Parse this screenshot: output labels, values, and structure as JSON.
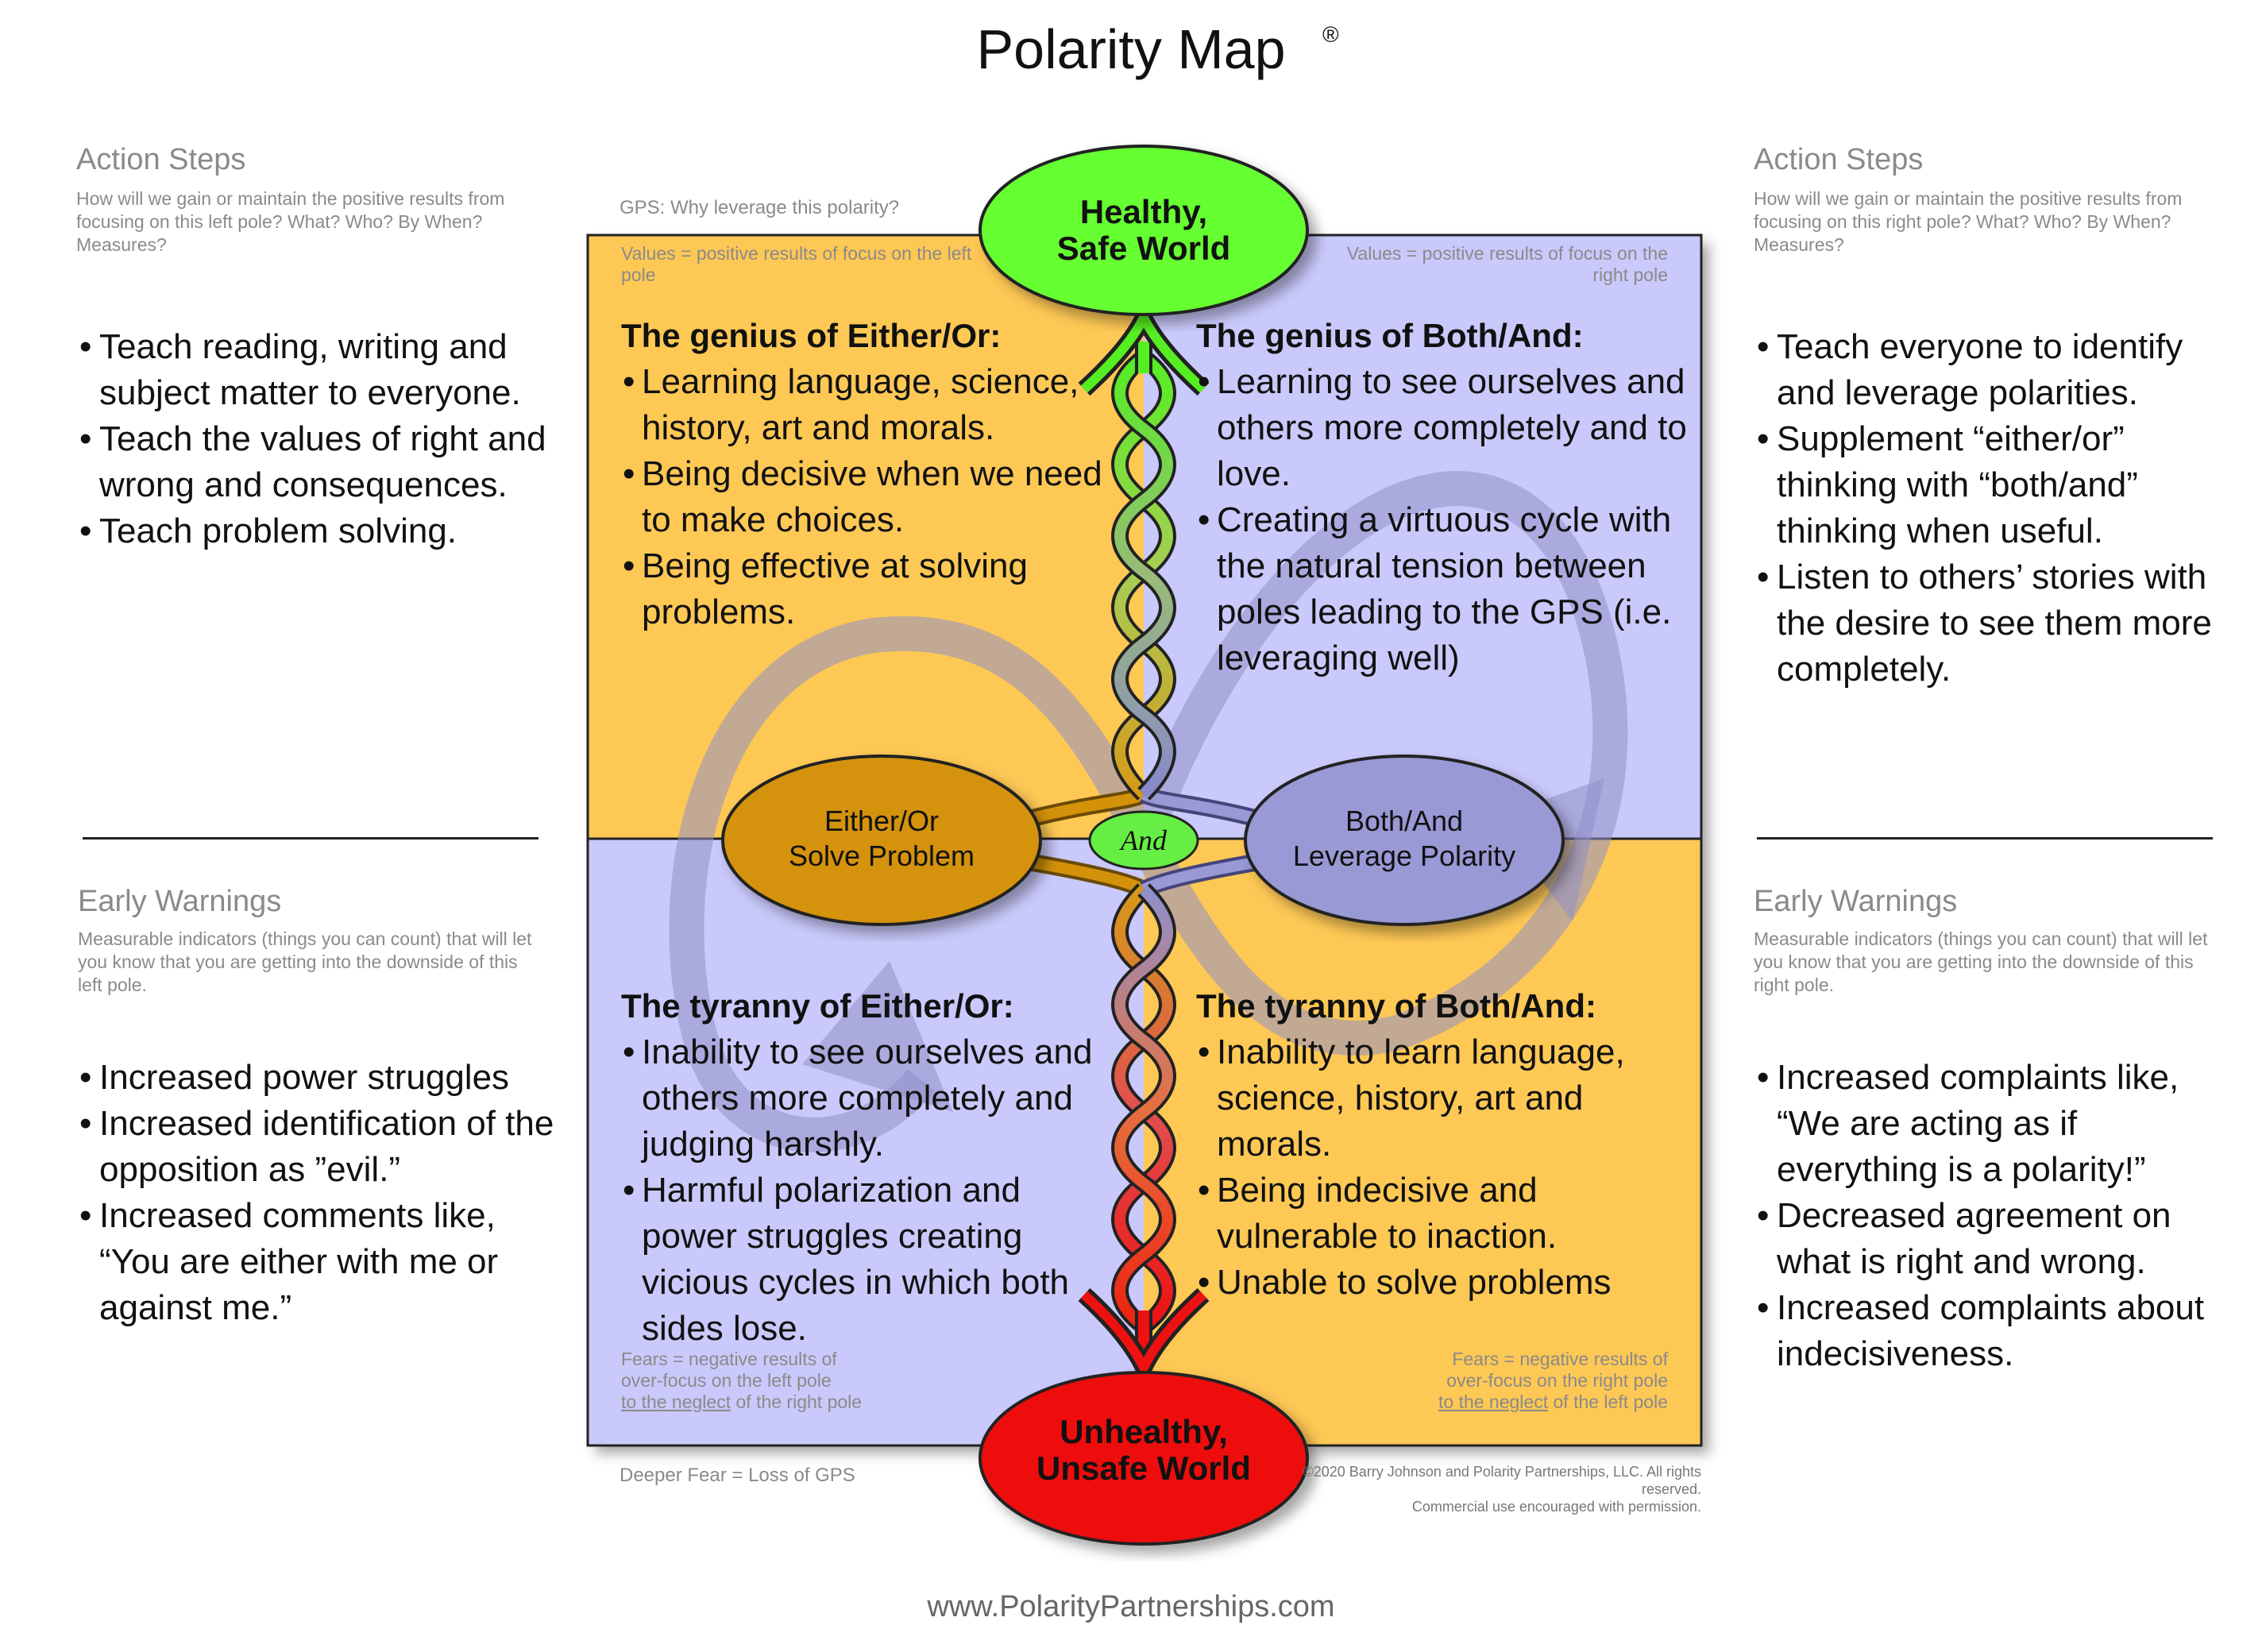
{
  "title": "Polarity Map",
  "registered": "®",
  "left": {
    "action_steps": {
      "heading": "Action Steps",
      "subtitle": "How will we gain or maintain the positive results from focusing on this left pole? What? Who? By When? Measures?",
      "items": [
        "Teach reading, writing and subject matter to everyone.",
        "Teach the values of right and wrong and consequences.",
        "Teach problem solving."
      ]
    },
    "early_warnings": {
      "heading": "Early Warnings",
      "subtitle": "Measurable indicators (things you can count) that will let you know that you are getting into the downside of this left pole.",
      "items": [
        "Increased power struggles",
        "Increased identification of the opposition as ”evil.”",
        "Increased comments like, “You are either with me or against me.”"
      ]
    }
  },
  "right": {
    "action_steps": {
      "heading": "Action Steps",
      "subtitle": "How will we gain or maintain the positive results from focusing on this right pole? What? Who? By When? Measures?",
      "items": [
        "Teach everyone to identify and leverage polarities.",
        "Supplement “either/or” thinking with “both/and” thinking when useful.",
        "Listen to others’ stories with the desire to see them more completely."
      ]
    },
    "early_warnings": {
      "heading": "Early Warnings",
      "subtitle": "Measurable indicators (things you can count) that will let you know that you are getting into the downside of this right pole.",
      "items": [
        "Increased complaints like, “We are acting as if everything is a polarity!”",
        "Decreased agreement on what is right and wrong.",
        "Increased complaints about indecisiveness."
      ]
    }
  },
  "gps_label": "GPS: Why leverage this polarity?",
  "gps": {
    "line1": "Healthy,",
    "line2": "Safe World"
  },
  "deeper_fear_label": "Deeper Fear = Loss of GPS",
  "deeper_fear": {
    "line1": "Unhealthy,",
    "line2": "Unsafe World"
  },
  "values_left": "Values = positive results of focus on the left pole",
  "values_right": "Values = positive results of focus on the right pole",
  "fears_left": {
    "line1": "Fears = negative results of",
    "line2": "over-focus on the left pole",
    "neglect": "to the neglect",
    "rest": " of the right pole"
  },
  "fears_right": {
    "line1": "Fears = negative results of",
    "line2": "over-focus on the right pole",
    "neglect": "to the neglect",
    "rest": " of the left pole"
  },
  "upper_left": {
    "heading": "The genius of Either/Or:",
    "items": [
      "Learning language, science, history, art and morals.",
      "Being decisive when we need to make choices.",
      "Being effective at solving problems."
    ]
  },
  "upper_right": {
    "heading": "The genius of Both/And:",
    "items": [
      "Learning to see ourselves and others more completely and to love.",
      "Creating a virtuous cycle with the natural tension between poles leading to the GPS (i.e. leveraging well)"
    ]
  },
  "lower_left": {
    "heading": "The tyranny of Either/Or:",
    "items": [
      "Inability to see ourselves and others more completely and judging harshly.",
      "Harmful polarization and power struggles creating vicious cycles in which both sides lose."
    ]
  },
  "lower_right": {
    "heading": "The tyranny of Both/And:",
    "items": [
      "Inability to learn language, science, history, art and morals.",
      "Being indecisive and vulnerable to inaction.",
      "Unable to solve problems"
    ]
  },
  "left_pole": {
    "line1": "Either/Or",
    "line2": "Solve Problem"
  },
  "right_pole": {
    "line1": "Both/And",
    "line2": "Leverage Polarity"
  },
  "and_label": "And",
  "copyright": {
    "line1": "©2020 Barry Johnson and Polarity Partnerships, LLC. All rights",
    "line2": "reserved.",
    "line3": "Commercial use encouraged with permission."
  },
  "website": "www.PolarityPartnerships.com",
  "colors": {
    "upside_left": "#fec854",
    "upside_right": "#c9c9fb",
    "gps_ellipse": "#66ff33",
    "fear_ellipse": "#ee1111",
    "left_pole": "#d4920a",
    "right_pole": "#9999d6",
    "and_ellipse": "#66ee44"
  }
}
